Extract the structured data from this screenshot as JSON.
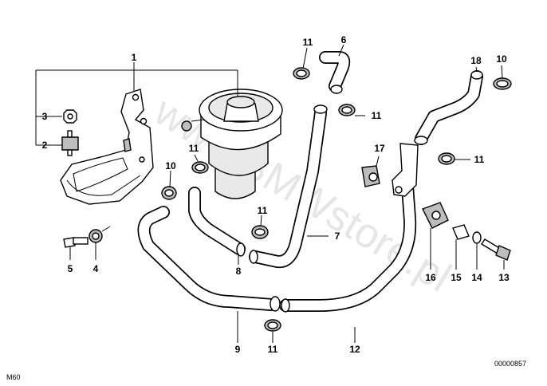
{
  "watermark": "www.BMWstore.pl",
  "corner_left": "M60",
  "corner_right": "00000857",
  "labels": {
    "p1": "1",
    "p2": "2",
    "p3": "3",
    "p4": "4",
    "p5": "5",
    "p6": "6",
    "p7": "7",
    "p8": "8",
    "p9": "9",
    "p10a": "10",
    "p10b": "10",
    "p11a": "11",
    "p11b": "11",
    "p11c": "11",
    "p11d": "11",
    "p11e": "11",
    "p11f": "11",
    "p12": "12",
    "p13": "13",
    "p14": "14",
    "p15": "15",
    "p16": "16",
    "p17": "17",
    "p18": "18"
  }
}
